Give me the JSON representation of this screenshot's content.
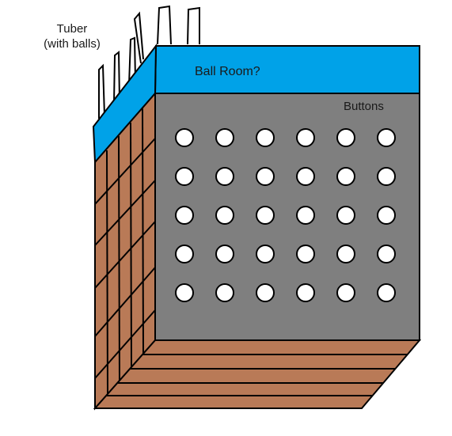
{
  "labels": {
    "tuber_line1": "Tuber",
    "tuber_line2": "(with balls)",
    "room": "Ball Room?",
    "buttons": "Buttons"
  },
  "button_grid": {
    "rows": 5,
    "columns": 6
  },
  "colors": {
    "roof": "#00a2e8",
    "front_wall": "#7f7f7f",
    "brick": "#b97a57",
    "floor": "#b97a57",
    "outline": "#000000",
    "button": "#ffffff"
  }
}
